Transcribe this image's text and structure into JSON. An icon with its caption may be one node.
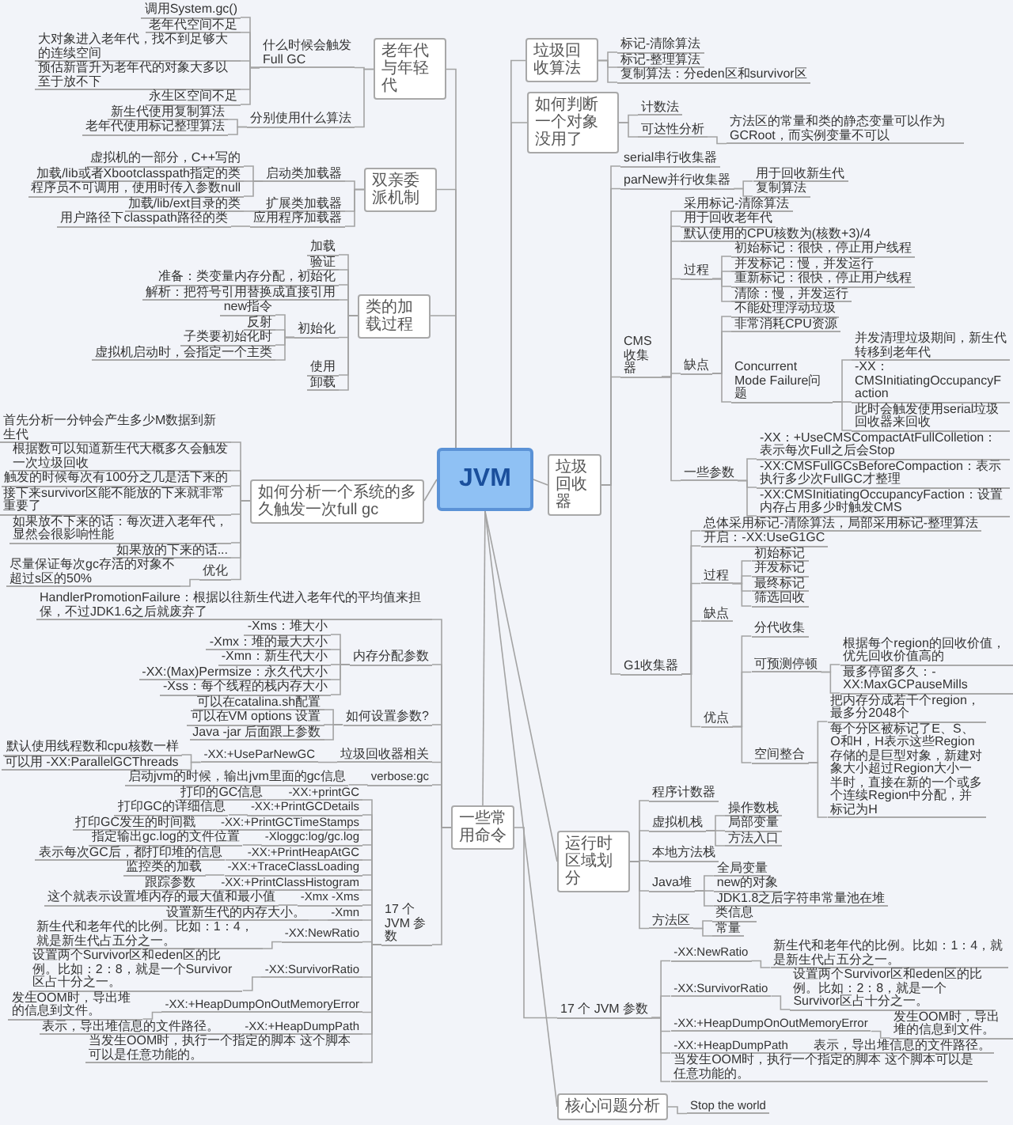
{
  "diagram": {
    "nodes": [
      {
        "text": [
          "JVM"
        ]
      },
      {
        "text": [
          "老年代与年轻代"
        ]
      },
      {
        "text": [
          "什么时候会触发Full GC"
        ]
      },
      {
        "text": [
          "调用System.gc()"
        ]
      },
      {
        "text": [
          "老年代空间不足"
        ]
      },
      {
        "text": [
          "大对象进入老年代，找不到足够大的连续空间"
        ]
      },
      {
        "text": [
          "预估新晋升为老年代的对象大多以至于放不下"
        ]
      },
      {
        "text": [
          "永生区空间不足"
        ]
      },
      {
        "text": [
          "分别使用什么算法"
        ]
      },
      {
        "text": [
          "新生代使用复制算法"
        ]
      },
      {
        "text": [
          "老年代使用标记整理算法"
        ]
      },
      {
        "text": [
          "双亲委派机制"
        ]
      },
      {
        "text": [
          "启动类加载器"
        ]
      },
      {
        "text": [
          "虚拟机的一部分，C++写的"
        ]
      },
      {
        "text": [
          "加载/lib或者Xbootclasspath指定的类"
        ]
      },
      {
        "text": [
          "程序员不可调用，使用时传入参数null"
        ]
      },
      {
        "text": [
          "扩展类加载器"
        ]
      },
      {
        "text": [
          "加载/lib/ext目录的类"
        ]
      },
      {
        "text": [
          "应用程序加载器"
        ]
      },
      {
        "text": [
          "用户路径下classpath路径的类"
        ]
      },
      {
        "text": [
          "类的加载过程"
        ]
      },
      {
        "text": [
          "加载"
        ]
      },
      {
        "text": [
          "验证"
        ]
      },
      {
        "text": [
          "准备：类变量内存分配，初始化"
        ]
      },
      {
        "text": [
          "解析：把符号引用替换成直接引用"
        ]
      },
      {
        "text": [
          "初始化"
        ]
      },
      {
        "text": [
          "new指令"
        ]
      },
      {
        "text": [
          "反射"
        ]
      },
      {
        "text": [
          "子类要初始化时"
        ]
      },
      {
        "text": [
          "虚拟机启动时，会指定一个主类"
        ]
      },
      {
        "text": [
          "使用"
        ]
      },
      {
        "text": [
          "卸载"
        ]
      },
      {
        "text": [
          "如何分析一个系统的多久触发一次full gc"
        ]
      },
      {
        "text": [
          "首先分析一分钟会产生多少M数据到新生代"
        ]
      },
      {
        "text": [
          "根据数可以知道新生代大概多久会触发一次垃圾回收"
        ]
      },
      {
        "text": [
          "触发的时候每次有100分之几是活下来的"
        ]
      },
      {
        "text": [
          "接下来survivor区能不能放的下来就非常重要了"
        ]
      },
      {
        "text": [
          "如果放不下来的话：每次进入老年代，显然会很影响性能"
        ]
      },
      {
        "text": [
          "如果放的下来的话..."
        ]
      },
      {
        "text": [
          "优化"
        ]
      },
      {
        "text": [
          "尽量保证每次gc存活的对象不超过s区的50%"
        ]
      },
      {
        "text": [
          "一些常用命令"
        ]
      },
      {
        "text": [
          "HandlerPromotionFailure：根据以往新生代进入老年代的平均值来担保，不过JDK1.6之后就废弃了"
        ]
      },
      {
        "text": [
          "内存分配参数"
        ]
      },
      {
        "text": [
          "-Xms：堆大小"
        ]
      },
      {
        "text": [
          "-Xmx：堆的最大大小"
        ]
      },
      {
        "text": [
          "-Xmn：新生代大小"
        ]
      },
      {
        "text": [
          "-XX:(Max)Permsize：永久代大小"
        ]
      },
      {
        "text": [
          "-Xss：每个线程的栈内存大小"
        ]
      },
      {
        "text": [
          "如何设置参数?"
        ]
      },
      {
        "text": [
          "可以在catalina.sh配置"
        ]
      },
      {
        "text": [
          "可以在VM options 设置"
        ]
      },
      {
        "text": [
          "Java -jar 后面跟上参数"
        ]
      },
      {
        "text": [
          "垃圾回收器相关"
        ]
      },
      {
        "text": [
          "-XX:+UseParNewGC"
        ]
      },
      {
        "text": [
          "默认使用线程数和cpu核数一样"
        ]
      },
      {
        "text": [
          "可以用 -XX:ParallelGCThreads"
        ]
      },
      {
        "text": [
          "verbose:gc"
        ]
      },
      {
        "text": [
          "启动jvm的时候，输出jvm里面的gc信息"
        ]
      },
      {
        "text": [
          "17 个 JVM 参数"
        ]
      },
      {
        "text": [
          "-XX:+printGC"
        ]
      },
      {
        "text": [
          "打印的GC信息"
        ]
      },
      {
        "text": [
          "-XX:+PrintGCDetails"
        ]
      },
      {
        "text": [
          "打印GC的详细信息"
        ]
      },
      {
        "text": [
          "-XX:+PrintGCTimeStamps"
        ]
      },
      {
        "text": [
          "打印GC发生的时间戳"
        ]
      },
      {
        "text": [
          "-Xloggc:log/gc.log"
        ]
      },
      {
        "text": [
          "指定输出gc.log的文件位置"
        ]
      },
      {
        "text": [
          "-XX:+PrintHeapAtGC"
        ]
      },
      {
        "text": [
          "表示每次GC后，都打印堆的信息"
        ]
      },
      {
        "text": [
          "-XX:+TraceClassLoading"
        ]
      },
      {
        "text": [
          "监控类的加载"
        ]
      },
      {
        "text": [
          "-XX:+PrintClassHistogram"
        ]
      },
      {
        "text": [
          "跟踪参数"
        ]
      },
      {
        "text": [
          "-Xmx -Xms"
        ]
      },
      {
        "text": [
          "这个就表示设置堆内存的最大值和最小值"
        ]
      },
      {
        "text": [
          "-Xmn"
        ]
      },
      {
        "text": [
          "设置新生代的内存大小。"
        ]
      },
      {
        "text": [
          "-XX:NewRatio"
        ]
      },
      {
        "text": [
          "新生代和老年代的比例。比如：1：4，就是新生代占五分之一。"
        ]
      },
      {
        "text": [
          "-XX:SurvivorRatio"
        ]
      },
      {
        "text": [
          "设置两个Survivor区和eden区的比例。比如：2：8，就是一个Survivor区占十分之一。"
        ]
      },
      {
        "text": [
          "-XX:+HeapDumpOnOutMemoryError"
        ]
      },
      {
        "text": [
          "发生OOM时，导出堆的信息到文件。"
        ]
      },
      {
        "text": [
          "-XX:+HeapDumpPath"
        ]
      },
      {
        "text": [
          "表示，导出堆信息的文件路径。"
        ]
      },
      {
        "text": [
          "当发生OOM时，执行一个指定的脚本 这个脚本可以是任意功能的。"
        ]
      },
      {
        "text": [
          "17 个 JVM 参数"
        ]
      },
      {
        "text": [
          "-XX:NewRatio"
        ]
      },
      {
        "text": [
          "新生代和老年代的比例。比如：1：4，就是新生代占五分之一。"
        ]
      },
      {
        "text": [
          "-XX:SurvivorRatio"
        ]
      },
      {
        "text": [
          "设置两个Survivor区和eden区的比例。比如：2：8，就是一个Survivor区占十分之一。"
        ]
      },
      {
        "text": [
          "-XX:+HeapDumpOnOutMemoryError"
        ]
      },
      {
        "text": [
          "发生OOM时，导出堆的信息到文件。"
        ]
      },
      {
        "text": [
          "-XX:+HeapDumpPath"
        ]
      },
      {
        "text": [
          "表示，导出堆信息的文件路径。"
        ]
      },
      {
        "text": [
          "当发生OOM时，执行一个指定的脚本 这个脚本可以是任意功能的。"
        ]
      },
      {
        "text": [
          "垃圾回收算法"
        ]
      },
      {
        "text": [
          "标记-清除算法"
        ]
      },
      {
        "text": [
          "标记-整理算法"
        ]
      },
      {
        "text": [
          "复制算法：分eden区和survivor区"
        ]
      },
      {
        "text": [
          "如何判断一个对象没用了"
        ]
      },
      {
        "text": [
          "计数法"
        ]
      },
      {
        "text": [
          "可达性分析"
        ]
      },
      {
        "text": [
          "方法区的常量和类的静态变量可以作为GCRoot，而实例变量不可以"
        ]
      },
      {
        "text": [
          "垃圾回收器"
        ]
      },
      {
        "text": [
          "serial串行收集器"
        ]
      },
      {
        "text": [
          "parNew并行收集器"
        ]
      },
      {
        "text": [
          "用于回收新生代"
        ]
      },
      {
        "text": [
          "复制算法"
        ]
      },
      {
        "text": [
          "CMS收集器"
        ]
      },
      {
        "text": [
          "采用标记-清除算法"
        ]
      },
      {
        "text": [
          "用于回收老年代"
        ]
      },
      {
        "text": [
          "默认使用的CPU核数为(核数+3)/4"
        ]
      },
      {
        "text": [
          "过程"
        ]
      },
      {
        "text": [
          "初始标记：很快，停止用户线程"
        ]
      },
      {
        "text": [
          "并发标记：慢，并发运行"
        ]
      },
      {
        "text": [
          "重新标记：很快，停止用户线程"
        ]
      },
      {
        "text": [
          "清除：慢，并发运行"
        ]
      },
      {
        "text": [
          "缺点"
        ]
      },
      {
        "text": [
          "不能处理浮动垃圾"
        ]
      },
      {
        "text": [
          "非常消耗CPU资源"
        ]
      },
      {
        "text": [
          "Concurrent Mode Failure问题"
        ]
      },
      {
        "text": [
          "并发清理垃圾期间，新生代转移到老年代"
        ]
      },
      {
        "text": [
          "-XX：CMSInitiatingOccupancyFaction"
        ]
      },
      {
        "text": [
          "此时会触发使用serial垃圾回收器来回收"
        ]
      },
      {
        "text": [
          "一些参数"
        ]
      },
      {
        "text": [
          "-XX：+UseCMSCompactAtFullColletion：表示每次Full之后会Stop"
        ]
      },
      {
        "text": [
          "-XX:CMSFullGCsBeforeCompaction：表示执行多少次FullGC才整理"
        ]
      },
      {
        "text": [
          "-XX:CMSInitiatingOccupancyFaction：设置内存占用多少时触发CMS"
        ]
      },
      {
        "text": [
          "G1收集器"
        ]
      },
      {
        "text": [
          "总体采用标记-清除算法，局部采用标记-整理算法"
        ]
      },
      {
        "text": [
          "开启：-XX:UseG1GC"
        ]
      },
      {
        "text": [
          "过程"
        ]
      },
      {
        "text": [
          "初始标记"
        ]
      },
      {
        "text": [
          "并发标记"
        ]
      },
      {
        "text": [
          "最终标记"
        ]
      },
      {
        "text": [
          "筛选回收"
        ]
      },
      {
        "text": [
          "缺点"
        ]
      },
      {
        "text": [
          "优点"
        ]
      },
      {
        "text": [
          "分代收集"
        ]
      },
      {
        "text": [
          "可预测停顿"
        ]
      },
      {
        "text": [
          "根据每个region的回收价值，优先回收价值高的"
        ]
      },
      {
        "text": [
          "最多停留多久：-XX:MaxGCPauseMills"
        ]
      },
      {
        "text": [
          "空间整合"
        ]
      },
      {
        "text": [
          "把内存分成若干个region，最多分2048个"
        ]
      },
      {
        "text": [
          "每个分区被标记了E、S、O和H，H表示这些Region存储的是巨型对象，新建对象大小超过Region大小一半时，直接在新的一个或多个连续Region中分配，并标记为H"
        ]
      },
      {
        "text": [
          "运行时区域划分"
        ]
      },
      {
        "text": [
          "程序计数器"
        ]
      },
      {
        "text": [
          "虚拟机栈"
        ]
      },
      {
        "text": [
          "操作数栈"
        ]
      },
      {
        "text": [
          "局部变量"
        ]
      },
      {
        "text": [
          "方法入口"
        ]
      },
      {
        "text": [
          "本地方法栈"
        ]
      },
      {
        "text": [
          "Java堆"
        ]
      },
      {
        "text": [
          "全局变量"
        ]
      },
      {
        "text": [
          "new的对象"
        ]
      },
      {
        "text": [
          "JDK1.8之后字符串常量池在堆"
        ]
      },
      {
        "text": [
          "方法区"
        ]
      },
      {
        "text": [
          "类信息"
        ]
      },
      {
        "text": [
          "常量"
        ]
      },
      {
        "text": [
          "核心问题分析"
        ]
      },
      {
        "text": [
          "Stop the world"
        ]
      }
    ],
    "edges": [
      {
        "from": 0,
        "to": 1,
        "arrow": "none"
      },
      {
        "from": 1,
        "to": 2,
        "arrow": "none"
      },
      {
        "from": 2,
        "to": 3,
        "arrow": "none"
      },
      {
        "from": 2,
        "to": 4,
        "arrow": "none"
      },
      {
        "from": 2,
        "to": 5,
        "arrow": "none"
      },
      {
        "from": 2,
        "to": 6,
        "arrow": "none"
      },
      {
        "from": 2,
        "to": 7,
        "arrow": "none"
      },
      {
        "from": 1,
        "to": 8,
        "arrow": "none"
      },
      {
        "from": 8,
        "to": 9,
        "arrow": "none"
      },
      {
        "from": 8,
        "to": 10,
        "arrow": "none"
      },
      {
        "from": 0,
        "to": 11,
        "arrow": "none"
      },
      {
        "from": 11,
        "to": 12,
        "arrow": "none"
      },
      {
        "from": 12,
        "to": 13,
        "arrow": "none"
      },
      {
        "from": 12,
        "to": 14,
        "arrow": "none"
      },
      {
        "from": 12,
        "to": 15,
        "arrow": "none"
      },
      {
        "from": 11,
        "to": 16,
        "arrow": "none"
      },
      {
        "from": 16,
        "to": 17,
        "arrow": "none"
      },
      {
        "from": 11,
        "to": 18,
        "arrow": "none"
      },
      {
        "from": 18,
        "to": 19,
        "arrow": "none"
      },
      {
        "from": 0,
        "to": 20,
        "arrow": "none"
      },
      {
        "from": 20,
        "to": 21,
        "arrow": "none"
      },
      {
        "from": 20,
        "to": 22,
        "arrow": "none"
      },
      {
        "from": 20,
        "to": 23,
        "arrow": "none"
      },
      {
        "from": 20,
        "to": 24,
        "arrow": "none"
      },
      {
        "from": 20,
        "to": 25,
        "arrow": "none"
      },
      {
        "from": 25,
        "to": 26,
        "arrow": "none"
      },
      {
        "from": 25,
        "to": 27,
        "arrow": "none"
      },
      {
        "from": 25,
        "to": 28,
        "arrow": "none"
      },
      {
        "from": 25,
        "to": 29,
        "arrow": "none"
      },
      {
        "from": 20,
        "to": 30,
        "arrow": "none"
      },
      {
        "from": 20,
        "to": 31,
        "arrow": "none"
      },
      {
        "from": 0,
        "to": 32,
        "arrow": "none"
      },
      {
        "from": 32,
        "to": 33,
        "arrow": "none"
      },
      {
        "from": 32,
        "to": 34,
        "arrow": "none"
      },
      {
        "from": 32,
        "to": 35,
        "arrow": "none"
      },
      {
        "from": 32,
        "to": 36,
        "arrow": "none"
      },
      {
        "from": 32,
        "to": 37,
        "arrow": "none"
      },
      {
        "from": 32,
        "to": 38,
        "arrow": "none"
      },
      {
        "from": 32,
        "to": 39,
        "arrow": "none"
      },
      {
        "from": 39,
        "to": 40,
        "arrow": "none"
      },
      {
        "from": 0,
        "to": 41,
        "arrow": "none"
      },
      {
        "from": 41,
        "to": 42,
        "arrow": "none"
      },
      {
        "from": 41,
        "to": 43,
        "arrow": "none"
      },
      {
        "from": 43,
        "to": 44,
        "arrow": "none"
      },
      {
        "from": 43,
        "to": 45,
        "arrow": "none"
      },
      {
        "from": 43,
        "to": 46,
        "arrow": "none"
      },
      {
        "from": 43,
        "to": 47,
        "arrow": "none"
      },
      {
        "from": 43,
        "to": 48,
        "arrow": "none"
      },
      {
        "from": 41,
        "to": 49,
        "arrow": "none"
      },
      {
        "from": 49,
        "to": 50,
        "arrow": "none"
      },
      {
        "from": 49,
        "to": 51,
        "arrow": "none"
      },
      {
        "from": 49,
        "to": 52,
        "arrow": "none"
      },
      {
        "from": 41,
        "to": 53,
        "arrow": "none"
      },
      {
        "from": 53,
        "to": 54,
        "arrow": "none"
      },
      {
        "from": 54,
        "to": 55,
        "arrow": "none"
      },
      {
        "from": 54,
        "to": 56,
        "arrow": "none"
      },
      {
        "from": 41,
        "to": 57,
        "arrow": "none"
      },
      {
        "from": 57,
        "to": 58,
        "arrow": "none"
      },
      {
        "from": 41,
        "to": 59,
        "arrow": "none"
      },
      {
        "from": 59,
        "to": 60,
        "arrow": "none"
      },
      {
        "from": 60,
        "to": 61,
        "arrow": "none"
      },
      {
        "from": 59,
        "to": 62,
        "arrow": "none"
      },
      {
        "from": 62,
        "to": 63,
        "arrow": "none"
      },
      {
        "from": 59,
        "to": 64,
        "arrow": "none"
      },
      {
        "from": 64,
        "to": 65,
        "arrow": "none"
      },
      {
        "from": 59,
        "to": 66,
        "arrow": "none"
      },
      {
        "from": 66,
        "to": 67,
        "arrow": "none"
      },
      {
        "from": 59,
        "to": 68,
        "arrow": "none"
      },
      {
        "from": 68,
        "to": 69,
        "arrow": "none"
      },
      {
        "from": 59,
        "to": 70,
        "arrow": "none"
      },
      {
        "from": 70,
        "to": 71,
        "arrow": "none"
      },
      {
        "from": 59,
        "to": 72,
        "arrow": "none"
      },
      {
        "from": 72,
        "to": 73,
        "arrow": "none"
      },
      {
        "from": 59,
        "to": 74,
        "arrow": "none"
      },
      {
        "from": 74,
        "to": 75,
        "arrow": "none"
      },
      {
        "from": 59,
        "to": 76,
        "arrow": "none"
      },
      {
        "from": 76,
        "to": 77,
        "arrow": "none"
      },
      {
        "from": 59,
        "to": 78,
        "arrow": "none"
      },
      {
        "from": 78,
        "to": 79,
        "arrow": "none"
      },
      {
        "from": 59,
        "to": 80,
        "arrow": "none"
      },
      {
        "from": 80,
        "to": 81,
        "arrow": "none"
      },
      {
        "from": 59,
        "to": 82,
        "arrow": "none"
      },
      {
        "from": 82,
        "to": 83,
        "arrow": "none"
      },
      {
        "from": 59,
        "to": 84,
        "arrow": "none"
      },
      {
        "from": 84,
        "to": 85,
        "arrow": "none"
      },
      {
        "from": 59,
        "to": 86,
        "arrow": "none"
      },
      {
        "from": 41,
        "to": 87,
        "arrow": "none"
      },
      {
        "from": 87,
        "to": 88,
        "arrow": "none"
      },
      {
        "from": 88,
        "to": 89,
        "arrow": "none"
      },
      {
        "from": 87,
        "to": 90,
        "arrow": "none"
      },
      {
        "from": 90,
        "to": 91,
        "arrow": "none"
      },
      {
        "from": 87,
        "to": 92,
        "arrow": "none"
      },
      {
        "from": 92,
        "to": 93,
        "arrow": "none"
      },
      {
        "from": 87,
        "to": 94,
        "arrow": "none"
      },
      {
        "from": 94,
        "to": 95,
        "arrow": "none"
      },
      {
        "from": 87,
        "to": 96,
        "arrow": "none"
      },
      {
        "from": 0,
        "to": 97,
        "arrow": "none"
      },
      {
        "from": 97,
        "to": 98,
        "arrow": "none"
      },
      {
        "from": 97,
        "to": 99,
        "arrow": "none"
      },
      {
        "from": 97,
        "to": 100,
        "arrow": "none"
      },
      {
        "from": 0,
        "to": 101,
        "arrow": "none"
      },
      {
        "from": 101,
        "to": 102,
        "arrow": "none"
      },
      {
        "from": 101,
        "to": 103,
        "arrow": "none"
      },
      {
        "from": 103,
        "to": 104,
        "arrow": "none"
      },
      {
        "from": 0,
        "to": 105,
        "arrow": "none"
      },
      {
        "from": 105,
        "to": 106,
        "arrow": "none"
      },
      {
        "from": 105,
        "to": 107,
        "arrow": "none"
      },
      {
        "from": 107,
        "to": 108,
        "arrow": "none"
      },
      {
        "from": 107,
        "to": 109,
        "arrow": "none"
      },
      {
        "from": 105,
        "to": 110,
        "arrow": "none"
      },
      {
        "from": 110,
        "to": 111,
        "arrow": "none"
      },
      {
        "from": 110,
        "to": 112,
        "arrow": "none"
      },
      {
        "from": 110,
        "to": 113,
        "arrow": "none"
      },
      {
        "from": 110,
        "to": 114,
        "arrow": "none"
      },
      {
        "from": 114,
        "to": 115,
        "arrow": "none"
      },
      {
        "from": 114,
        "to": 116,
        "arrow": "none"
      },
      {
        "from": 114,
        "to": 117,
        "arrow": "none"
      },
      {
        "from": 114,
        "to": 118,
        "arrow": "none"
      },
      {
        "from": 110,
        "to": 119,
        "arrow": "none"
      },
      {
        "from": 119,
        "to": 120,
        "arrow": "none"
      },
      {
        "from": 119,
        "to": 121,
        "arrow": "none"
      },
      {
        "from": 119,
        "to": 122,
        "arrow": "none"
      },
      {
        "from": 122,
        "to": 123,
        "arrow": "none"
      },
      {
        "from": 122,
        "to": 124,
        "arrow": "none"
      },
      {
        "from": 122,
        "to": 125,
        "arrow": "none"
      },
      {
        "from": 110,
        "to": 126,
        "arrow": "none"
      },
      {
        "from": 126,
        "to": 127,
        "arrow": "none"
      },
      {
        "from": 126,
        "to": 128,
        "arrow": "none"
      },
      {
        "from": 126,
        "to": 129,
        "arrow": "none"
      },
      {
        "from": 105,
        "to": 130,
        "arrow": "none"
      },
      {
        "from": 130,
        "to": 131,
        "arrow": "none"
      },
      {
        "from": 130,
        "to": 132,
        "arrow": "none"
      },
      {
        "from": 130,
        "to": 133,
        "arrow": "none"
      },
      {
        "from": 133,
        "to": 134,
        "arrow": "none"
      },
      {
        "from": 133,
        "to": 135,
        "arrow": "none"
      },
      {
        "from": 133,
        "to": 136,
        "arrow": "none"
      },
      {
        "from": 133,
        "to": 137,
        "arrow": "none"
      },
      {
        "from": 130,
        "to": 138,
        "arrow": "none"
      },
      {
        "from": 130,
        "to": 139,
        "arrow": "none"
      },
      {
        "from": 139,
        "to": 140,
        "arrow": "none"
      },
      {
        "from": 139,
        "to": 141,
        "arrow": "none"
      },
      {
        "from": 141,
        "to": 142,
        "arrow": "none"
      },
      {
        "from": 141,
        "to": 143,
        "arrow": "none"
      },
      {
        "from": 139,
        "to": 144,
        "arrow": "none"
      },
      {
        "from": 144,
        "to": 145,
        "arrow": "none"
      },
      {
        "from": 144,
        "to": 146,
        "arrow": "none"
      },
      {
        "from": 0,
        "to": 147,
        "arrow": "none"
      },
      {
        "from": 147,
        "to": 148,
        "arrow": "none"
      },
      {
        "from": 147,
        "to": 149,
        "arrow": "none"
      },
      {
        "from": 149,
        "to": 150,
        "arrow": "none"
      },
      {
        "from": 149,
        "to": 151,
        "arrow": "none"
      },
      {
        "from": 149,
        "to": 152,
        "arrow": "none"
      },
      {
        "from": 147,
        "to": 153,
        "arrow": "none"
      },
      {
        "from": 147,
        "to": 154,
        "arrow": "none"
      },
      {
        "from": 154,
        "to": 155,
        "arrow": "none"
      },
      {
        "from": 154,
        "to": 156,
        "arrow": "none"
      },
      {
        "from": 154,
        "to": 157,
        "arrow": "none"
      },
      {
        "from": 147,
        "to": 158,
        "arrow": "none"
      },
      {
        "from": 158,
        "to": 159,
        "arrow": "none"
      },
      {
        "from": 158,
        "to": 160,
        "arrow": "none"
      },
      {
        "from": 0,
        "to": 161,
        "arrow": "none"
      },
      {
        "from": 161,
        "to": 162,
        "arrow": "none"
      }
    ]
  }
}
